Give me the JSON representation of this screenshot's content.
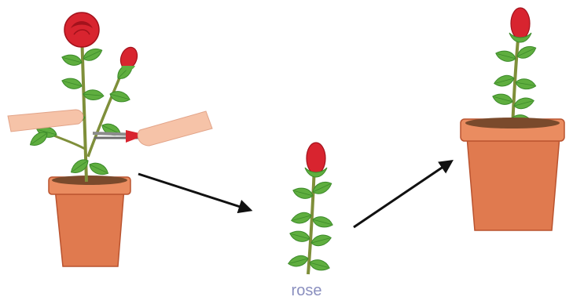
{
  "caption": "rose",
  "scene": {
    "panels": [
      {
        "name": "mature-rose-plant-being-cut"
      },
      {
        "name": "rose-stem-cutting"
      },
      {
        "name": "potted-rose-cutting"
      }
    ],
    "arrows": [
      "arrow-to-cutting",
      "arrow-to-new-pot"
    ]
  },
  "colors": {
    "pot": "#e07a4f",
    "pot_dark": "#b9532f",
    "pot_rim": "#ea8c60",
    "soil": "#7a4a2c",
    "leaf": "#5fae3f",
    "leaf_dark": "#3c8a2a",
    "stem": "#7f8f3a",
    "rose": "#d8242f",
    "rose_dark": "#a3121c",
    "skin": "#f6c3a8",
    "arrow": "#111111",
    "caption": "#8a8fbf"
  }
}
